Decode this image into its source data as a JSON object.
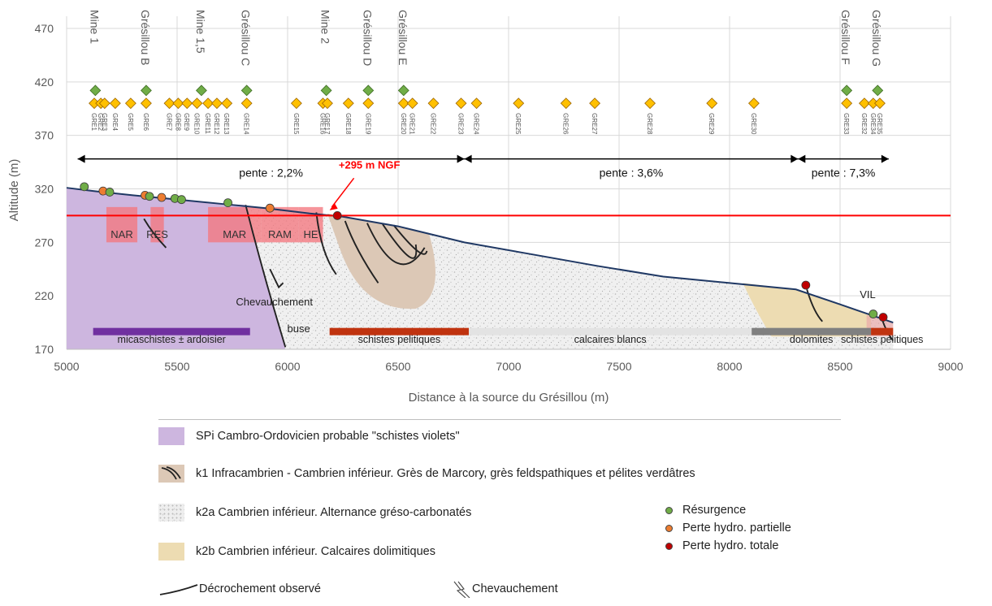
{
  "axes": {
    "x_title": "Distance à la source du Grésillou (m)",
    "y_title": "Altitude (m)",
    "x_ticks": [
      5000,
      5500,
      6000,
      6500,
      7000,
      7500,
      8000,
      8500,
      9000
    ],
    "y_ticks": [
      170,
      220,
      270,
      320,
      370,
      420,
      470
    ],
    "xlim": [
      5000,
      9000
    ],
    "ylim": [
      170,
      470
    ]
  },
  "top_labels": [
    {
      "text": "Mine 1",
      "x": 5130
    },
    {
      "text": "Grésillou B",
      "x": 5360
    },
    {
      "text": "Mine 1,5",
      "x": 5610
    },
    {
      "text": "Grésillou C",
      "x": 5815
    },
    {
      "text": "Mine 2",
      "x": 6175
    },
    {
      "text": "Grésillou D",
      "x": 6365
    },
    {
      "text": "Grésillou E",
      "x": 6525
    },
    {
      "text": "Grésillou F",
      "x": 8530
    },
    {
      "text": "Grésillou G",
      "x": 8670
    }
  ],
  "green_points_410": [
    5130,
    5360,
    5610,
    5815,
    6175,
    6365,
    6525,
    8530,
    8670
  ],
  "stations": [
    {
      "id": "GRE1",
      "x": 5125
    },
    {
      "id": "GRE2",
      "x": 5155
    },
    {
      "id": "GRE3",
      "x": 5172
    },
    {
      "id": "GRE4",
      "x": 5220
    },
    {
      "id": "GRE5",
      "x": 5290
    },
    {
      "id": "GRE6",
      "x": 5360
    },
    {
      "id": "GRE7",
      "x": 5465
    },
    {
      "id": "GRE8",
      "x": 5505
    },
    {
      "id": "GRE9",
      "x": 5545
    },
    {
      "id": "GRE10",
      "x": 5590
    },
    {
      "id": "GRE11",
      "x": 5640
    },
    {
      "id": "GRE12",
      "x": 5680
    },
    {
      "id": "GRE13",
      "x": 5725
    },
    {
      "id": "GRE14",
      "x": 5815
    },
    {
      "id": "GRE15",
      "x": 6040
    },
    {
      "id": "GRE16",
      "x": 6160
    },
    {
      "id": "GRE17",
      "x": 6180
    },
    {
      "id": "GRE18",
      "x": 6275
    },
    {
      "id": "GRE19",
      "x": 6365
    },
    {
      "id": "GRE20",
      "x": 6525
    },
    {
      "id": "GRE21",
      "x": 6565
    },
    {
      "id": "GRE22",
      "x": 6660
    },
    {
      "id": "GRE23",
      "x": 6785
    },
    {
      "id": "GRE24",
      "x": 6855
    },
    {
      "id": "GRE25",
      "x": 7045
    },
    {
      "id": "GRE26",
      "x": 7260
    },
    {
      "id": "GRE27",
      "x": 7390
    },
    {
      "id": "GRE28",
      "x": 7640
    },
    {
      "id": "GRE29",
      "x": 7920
    },
    {
      "id": "GRE30",
      "x": 8110
    },
    {
      "id": "GRE33",
      "x": 8530
    },
    {
      "id": "GRE32",
      "x": 8610
    },
    {
      "id": "GRE34",
      "x": 8650
    },
    {
      "id": "GRE35",
      "x": 8680
    }
  ],
  "diamond_level": 400,
  "slopes": [
    {
      "text": "pente : 2,2%",
      "x1": 5050,
      "x2": 6800
    },
    {
      "text": "pente : 3,6%",
      "x1": 6800,
      "x2": 8310
    },
    {
      "text": "pente : 7,3%",
      "x1": 8310,
      "x2": 8720
    }
  ],
  "ngf": {
    "text": "+295 m NGF",
    "level": 295
  },
  "zones": [
    {
      "text": "NAR",
      "x1": 5180,
      "x2": 5320
    },
    {
      "text": "RES",
      "x1": 5380,
      "x2": 5440
    },
    {
      "text": "MAR",
      "x1": 5640,
      "x2": 5880
    },
    {
      "text": "RAM",
      "x1": 5880,
      "x2": 6050
    },
    {
      "text": "HE",
      "x1": 6050,
      "x2": 6160
    }
  ],
  "annotations": {
    "chevauchement": "Chevauchement",
    "buse": "buse",
    "vil": "VIL"
  },
  "formation_bars": [
    {
      "text": "micaschistes ± ardoisier",
      "x1": 5120,
      "x2": 5830,
      "color": "#7030a0"
    },
    {
      "text": "schistes pelitiques",
      "x1": 6190,
      "x2": 6820,
      "color": "#c0330f"
    },
    {
      "text": "calcaires blancs",
      "x1": 6820,
      "x2": 8100,
      "color": "#e3e3e3"
    },
    {
      "text": "dolomites",
      "x1": 8100,
      "x2": 8640,
      "color": "#808080"
    },
    {
      "text": "schistes pelitiques",
      "x1": 8640,
      "x2": 8740,
      "color": "#c0330f"
    }
  ],
  "legend": {
    "spi": "SPi   Cambro-Ordovicien probable \"schistes violets\"",
    "k1": "k1   Infracambrien - Cambrien inférieur. Grès de Marcory, grès feldspathiques et pélites verdâtres",
    "k2a": "k2a Cambrien inférieur. Alternance gréso-carbonatés",
    "k2b": "k2b Cambrien inférieur. Calcaires dolimitiques",
    "fault": "Décrochement observé",
    "thrust": "Chevauchement",
    "resurgence": "Résurgence",
    "perte_partielle": "Perte hydro. partielle",
    "perte_totale": "Perte hydro. totale"
  },
  "colors": {
    "spi": "#cdb6df",
    "k1": "#dcc8b6",
    "k2b": "#eddcb2",
    "resurgence": "#70ad47",
    "perte_partielle": "#ed7d31",
    "perte_totale": "#c00000",
    "ngf_line": "#ff0000",
    "zone_fill": "#f4777f",
    "diamond": "#ffc000",
    "topo_line": "#1f3864"
  }
}
